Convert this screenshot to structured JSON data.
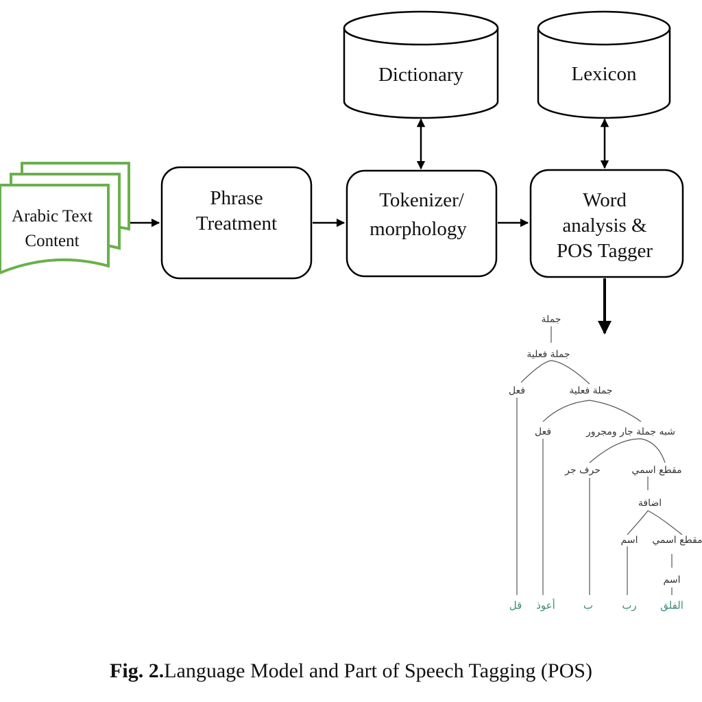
{
  "nodes": {
    "input_doc": [
      "Arabic Text",
      "Content"
    ],
    "phrase": [
      "Phrase",
      "Treatment"
    ],
    "tokenizer": [
      "Tokenizer/",
      "morphology"
    ],
    "pos": [
      "Word",
      "analysis &",
      "POS Tagger"
    ],
    "dictionary": [
      "Dictionary"
    ],
    "lexicon": [
      "Lexicon"
    ]
  },
  "tree": {
    "n_jumla": "جملة",
    "n_jumla_fi3liya_1": "جملة فعلية",
    "n_fi3l_1": "فعل",
    "n_jumla_fi3liya_2": "جملة فعلية",
    "n_fi3l_2": "فعل",
    "n_shibh_jumla": "شبه جملة جار ومجرور",
    "n_harf_jarr": "حرف جر",
    "n_maqta3_ismi_1": "مقطع اسمي",
    "n_idafa": "اضافة",
    "n_ism_1": "اسم",
    "n_maqta3_ismi_2": "مقطع اسمي",
    "n_ism_2": "اسم",
    "leaf_qul": "قل",
    "leaf_a3udhu": "أعوذ",
    "leaf_bi": "ب",
    "leaf_rabb": "رب",
    "leaf_falaq": "الفلق"
  },
  "caption": {
    "label": "Fig. 2.",
    "text": "Language Model and Part of Speech Tagging (POS)"
  },
  "colors": {
    "doc_stroke": "#6ab04c",
    "leaf_text": "#3d8b7c"
  }
}
